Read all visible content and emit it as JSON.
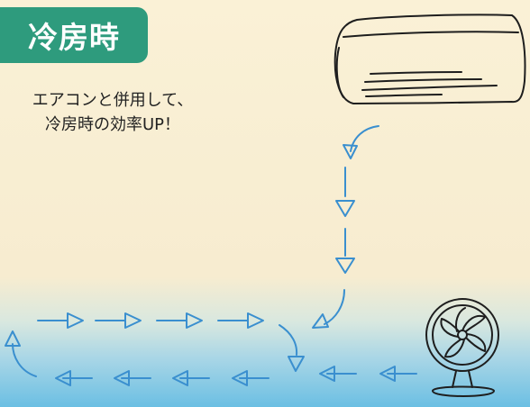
{
  "badge": {
    "label": "冷房時",
    "color": "#2e9b7d"
  },
  "caption": {
    "line1": "エアコンと併用して、",
    "line2": "冷房時の効率UP！"
  },
  "colors": {
    "arrow": "#3a8fcf",
    "sketch": "#1e1e1e"
  },
  "illustration": {
    "air_conditioner": "air-conditioner-icon",
    "fan": "fan-icon",
    "airflow": "airflow-arrows"
  }
}
